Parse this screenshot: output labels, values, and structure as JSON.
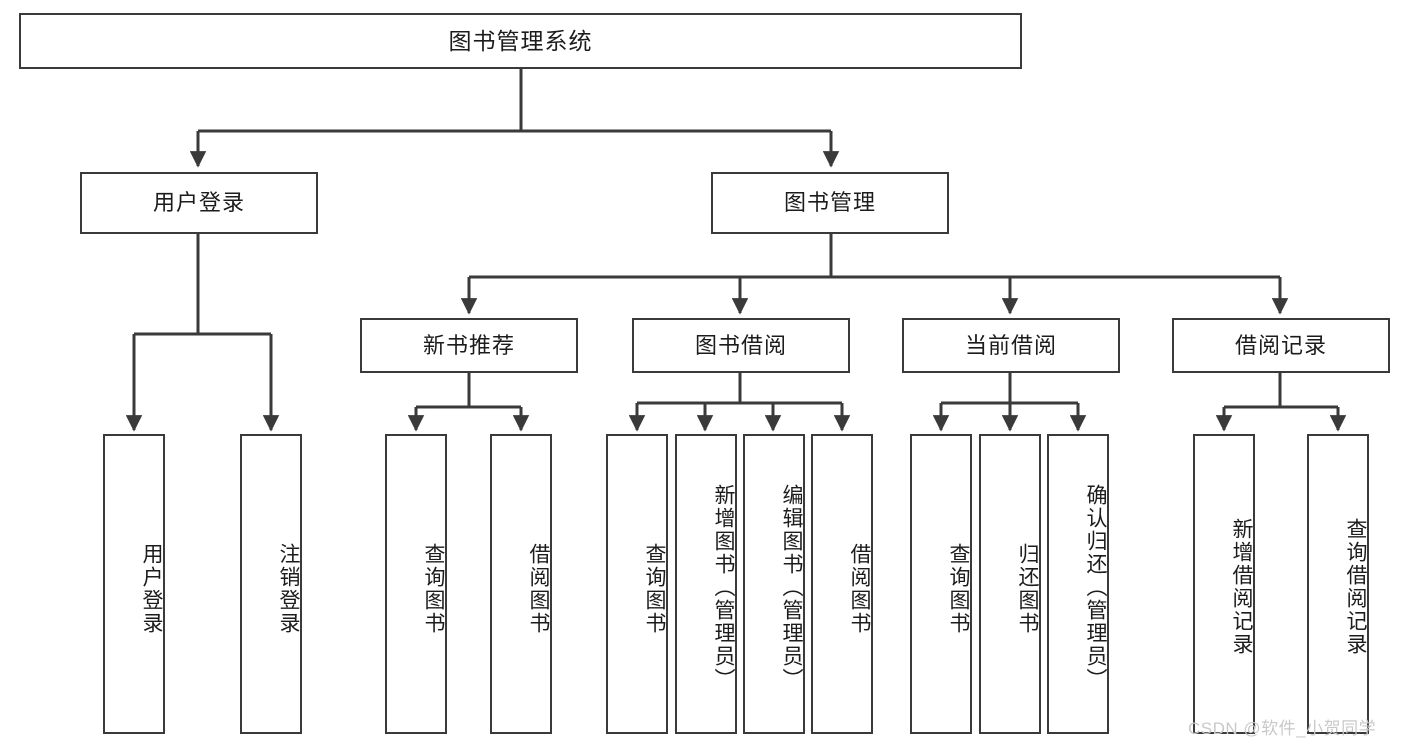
{
  "diagram": {
    "title": "图书管理系统",
    "type": "tree-hierarchy-chart",
    "levels": {
      "level1": [
        {
          "id": "root",
          "label": "图书管理系统"
        }
      ],
      "level2": [
        {
          "id": "user-login",
          "label": "用户登录"
        },
        {
          "id": "book-management",
          "label": "图书管理"
        }
      ],
      "level3": [
        {
          "id": "new-book-recommend",
          "label": "新书推荐"
        },
        {
          "id": "book-borrow",
          "label": "图书借阅"
        },
        {
          "id": "current-borrow",
          "label": "当前借阅"
        },
        {
          "id": "borrow-record",
          "label": "借阅记录"
        }
      ],
      "level4": [
        {
          "id": "leaf-user-login",
          "label": "用户登录",
          "parent": "user-login"
        },
        {
          "id": "leaf-logout-login",
          "label": "注销登录",
          "parent": "user-login"
        },
        {
          "id": "leaf-query-book-1",
          "label": "查询图书",
          "parent": "new-book-recommend"
        },
        {
          "id": "leaf-borrow-book-1",
          "label": "借阅图书",
          "parent": "new-book-recommend"
        },
        {
          "id": "leaf-query-book-2",
          "label": "查询图书",
          "parent": "book-borrow"
        },
        {
          "id": "leaf-add-book",
          "label": "新增图书（管理员）",
          "parent": "book-borrow"
        },
        {
          "id": "leaf-edit-book",
          "label": "编辑图书（管理员）",
          "parent": "book-borrow"
        },
        {
          "id": "leaf-borrow-book-2",
          "label": "借阅图书",
          "parent": "book-borrow"
        },
        {
          "id": "leaf-query-book-3",
          "label": "查询图书",
          "parent": "current-borrow"
        },
        {
          "id": "leaf-return-book",
          "label": "归还图书",
          "parent": "current-borrow"
        },
        {
          "id": "leaf-confirm-return",
          "label": "确认归还（管理员）",
          "parent": "current-borrow"
        },
        {
          "id": "leaf-add-record",
          "label": "新增借阅记录",
          "parent": "borrow-record"
        },
        {
          "id": "leaf-query-record",
          "label": "查询借阅记录",
          "parent": "borrow-record"
        }
      ]
    },
    "colors": {
      "stroke": "#3a3a3a",
      "text": "#1c1c1c",
      "background": "#ffffff",
      "watermark": "#c9c9c9"
    }
  },
  "watermark": {
    "text": "CSDN @软件_小贺同学"
  }
}
